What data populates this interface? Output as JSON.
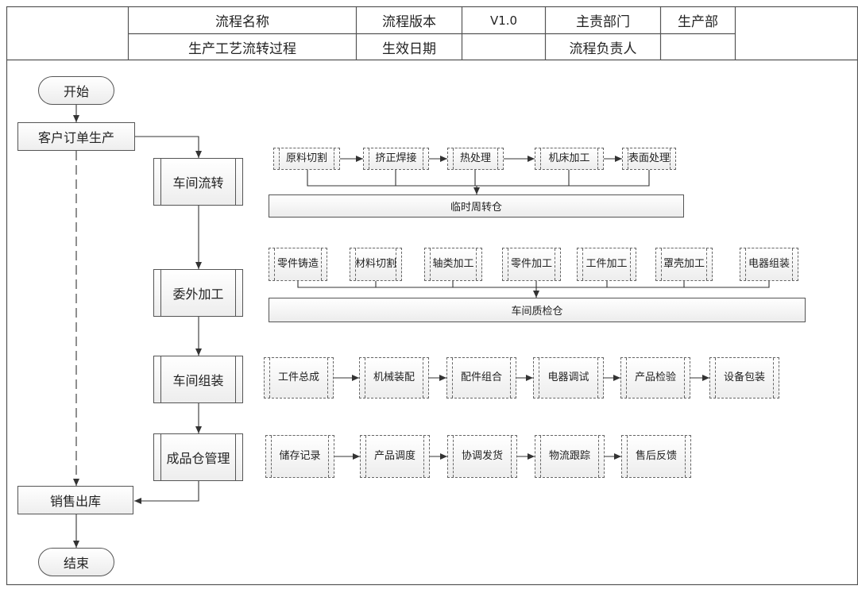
{
  "header": {
    "row1": [
      "流程名称",
      "流程版本",
      "V1.0",
      "主责部门",
      "生产部"
    ],
    "row2": [
      "生产工艺流转过程",
      "生效日期",
      "",
      "流程负责人",
      ""
    ]
  },
  "flow": {
    "start": "开始",
    "order": "客户订单生产",
    "sales": "销售出库",
    "end": "结束",
    "stages": [
      "车间流转",
      "委外加工",
      "车间组装",
      "成品仓管理"
    ]
  },
  "workshop_flow": {
    "steps": [
      "原料切割",
      "挤正焊接",
      "热处理",
      "机床加工",
      "表面处理"
    ],
    "collector": "临时周转仓"
  },
  "outsourcing": {
    "steps": [
      "零件铸造",
      "材料切割",
      "轴类加工",
      "零件加工",
      "工件加工",
      "罩壳加工",
      "电器组装"
    ],
    "collector": "车间质检仓"
  },
  "assembly": {
    "steps": [
      "工件总成",
      "机械装配",
      "配件组合",
      "电器调试",
      "产品检验",
      "设备包装"
    ]
  },
  "warehouse": {
    "steps": [
      "储存记录",
      "产品调度",
      "协调发货",
      "物流跟踪",
      "售后反馈"
    ]
  }
}
